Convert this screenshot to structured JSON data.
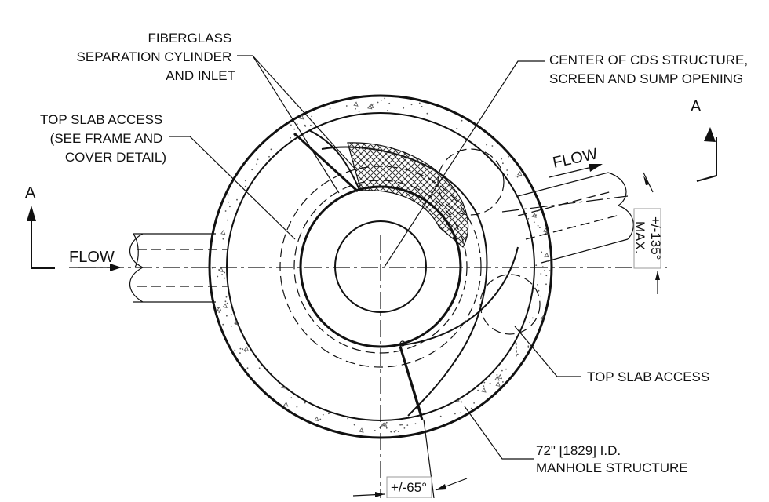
{
  "labels": {
    "separation_cylinder": [
      "FIBERGLASS",
      "SEPARATION CYLINDER",
      "AND INLET"
    ],
    "center": [
      "CENTER OF CDS STRUCTURE,",
      "SCREEN AND SUMP OPENING"
    ],
    "top_slab_access_left": [
      "TOP SLAB ACCESS",
      "(SEE FRAME AND",
      "COVER DETAIL)"
    ],
    "top_slab_access_right": "TOP SLAB ACCESS",
    "manhole": [
      "72\" [1829] I.D.",
      "MANHOLE STRUCTURE"
    ],
    "flow_left": "FLOW",
    "flow_right": "FLOW",
    "section_left": "A",
    "section_right": "A",
    "angle_outlet": [
      "+/-135°",
      "MAX."
    ],
    "angle_bottom": "+/-65°"
  }
}
